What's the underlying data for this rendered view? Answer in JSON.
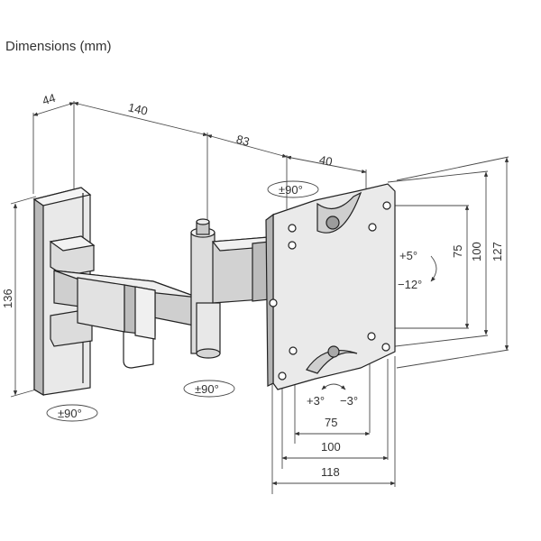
{
  "title": "Dimensions (mm)",
  "dimensions": {
    "wall_depth": "44",
    "arm_length": "140",
    "second_arm": "83",
    "plate_offset": "40",
    "wall_height": "136",
    "vesa_h_small": "75",
    "vesa_h_mid": "100",
    "plate_width": "118",
    "vesa_v_small": "75",
    "vesa_v_mid": "100",
    "plate_height": "127"
  },
  "rotations": {
    "top_swivel": "±90°",
    "arm_swivel": "±90°",
    "wall_swivel": "±90°",
    "tilt_up": "+5°",
    "tilt_down": "−12°",
    "level_plus": "+3°",
    "level_minus": "−3°"
  },
  "colors": {
    "outline": "#222222",
    "face_light": "#e9e9e9",
    "face_mid": "#cfcfcf",
    "face_dark": "#9e9e9e",
    "dim_line": "#4a4a4a"
  }
}
